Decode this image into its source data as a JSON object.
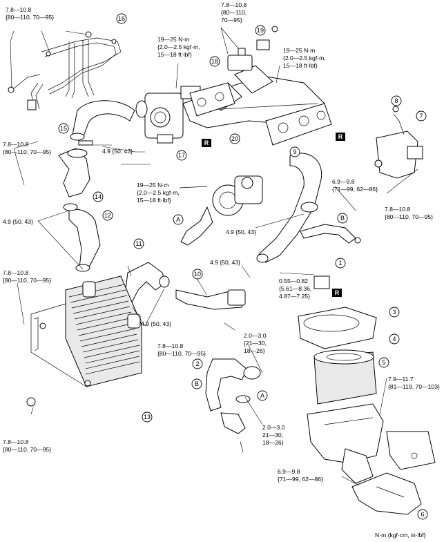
{
  "torque_labels": [
    {
      "id": "t1",
      "lines": [
        "7.8—10.8",
        "{80—110, 70—95}"
      ]
    },
    {
      "id": "t2",
      "lines": [
        "7.8—10.8",
        "{80—110,",
        "70—95}"
      ]
    },
    {
      "id": "t3",
      "lines": [
        "19—25 N·m",
        "{2.0—2.5 kgf·m,",
        "15—18 ft·lbf}"
      ]
    },
    {
      "id": "t4",
      "lines": [
        "19—25 N·m",
        "{2.0—2.5 kgf·m,",
        "15—18 ft·lbf}"
      ]
    },
    {
      "id": "t5",
      "lines": [
        "7.8—10.8",
        "{80—110, 70—95}"
      ]
    },
    {
      "id": "t6",
      "lines": [
        "4.9 {50, 43}"
      ]
    },
    {
      "id": "t7",
      "lines": [
        "19—25 N·m",
        "{2.0—2.5 kgf·m,",
        "15—18 ft·lbf}"
      ]
    },
    {
      "id": "t8",
      "lines": [
        "6.9—9.8",
        "{71—99, 62—86}"
      ]
    },
    {
      "id": "t9",
      "lines": [
        "7.8—10.8",
        "{80—110, 70—95}"
      ]
    },
    {
      "id": "t10",
      "lines": [
        "4.9 {50, 43}"
      ]
    },
    {
      "id": "t11",
      "lines": [
        "4.9 {50, 43}"
      ]
    },
    {
      "id": "t12",
      "lines": [
        "4.9 {50, 43}"
      ]
    },
    {
      "id": "t13",
      "lines": [
        "0.55—0.82",
        "{5.61—8.36,",
        "4.87—7.25}"
      ]
    },
    {
      "id": "t14",
      "lines": [
        "7.8—10.8",
        "{80—110, 70—95}"
      ]
    },
    {
      "id": "t15",
      "lines": [
        "4.9 {50, 43}"
      ]
    },
    {
      "id": "t16",
      "lines": [
        "7.8—10.8",
        "{80—110, 70—95}"
      ]
    },
    {
      "id": "t17",
      "lines": [
        "2.0—3.0",
        "{21—30,",
        "18—26}"
      ]
    },
    {
      "id": "t18",
      "lines": [
        "7.9—11.7",
        "{81—119, 70—103}"
      ]
    },
    {
      "id": "t19",
      "lines": [
        "2.0—3.0",
        "21—30,",
        "18—26}"
      ]
    },
    {
      "id": "t20",
      "lines": [
        "7.8—10.8",
        "{80—110, 70—95}"
      ]
    },
    {
      "id": "t21",
      "lines": [
        "6.9—9.8",
        "{71—99, 62—86}"
      ]
    }
  ],
  "part_numbers": [
    "1",
    "2",
    "3",
    "4",
    "5",
    "6",
    "7",
    "8",
    "9",
    "10",
    "11",
    "12",
    "13",
    "14",
    "15",
    "16",
    "17",
    "18",
    "19",
    "20"
  ],
  "callout_letters": [
    "A",
    "A",
    "B",
    "B"
  ],
  "replace_marks": [
    "R",
    "R",
    "R"
  ],
  "units_note": "N·m {kgf·cm, in·lbf}"
}
